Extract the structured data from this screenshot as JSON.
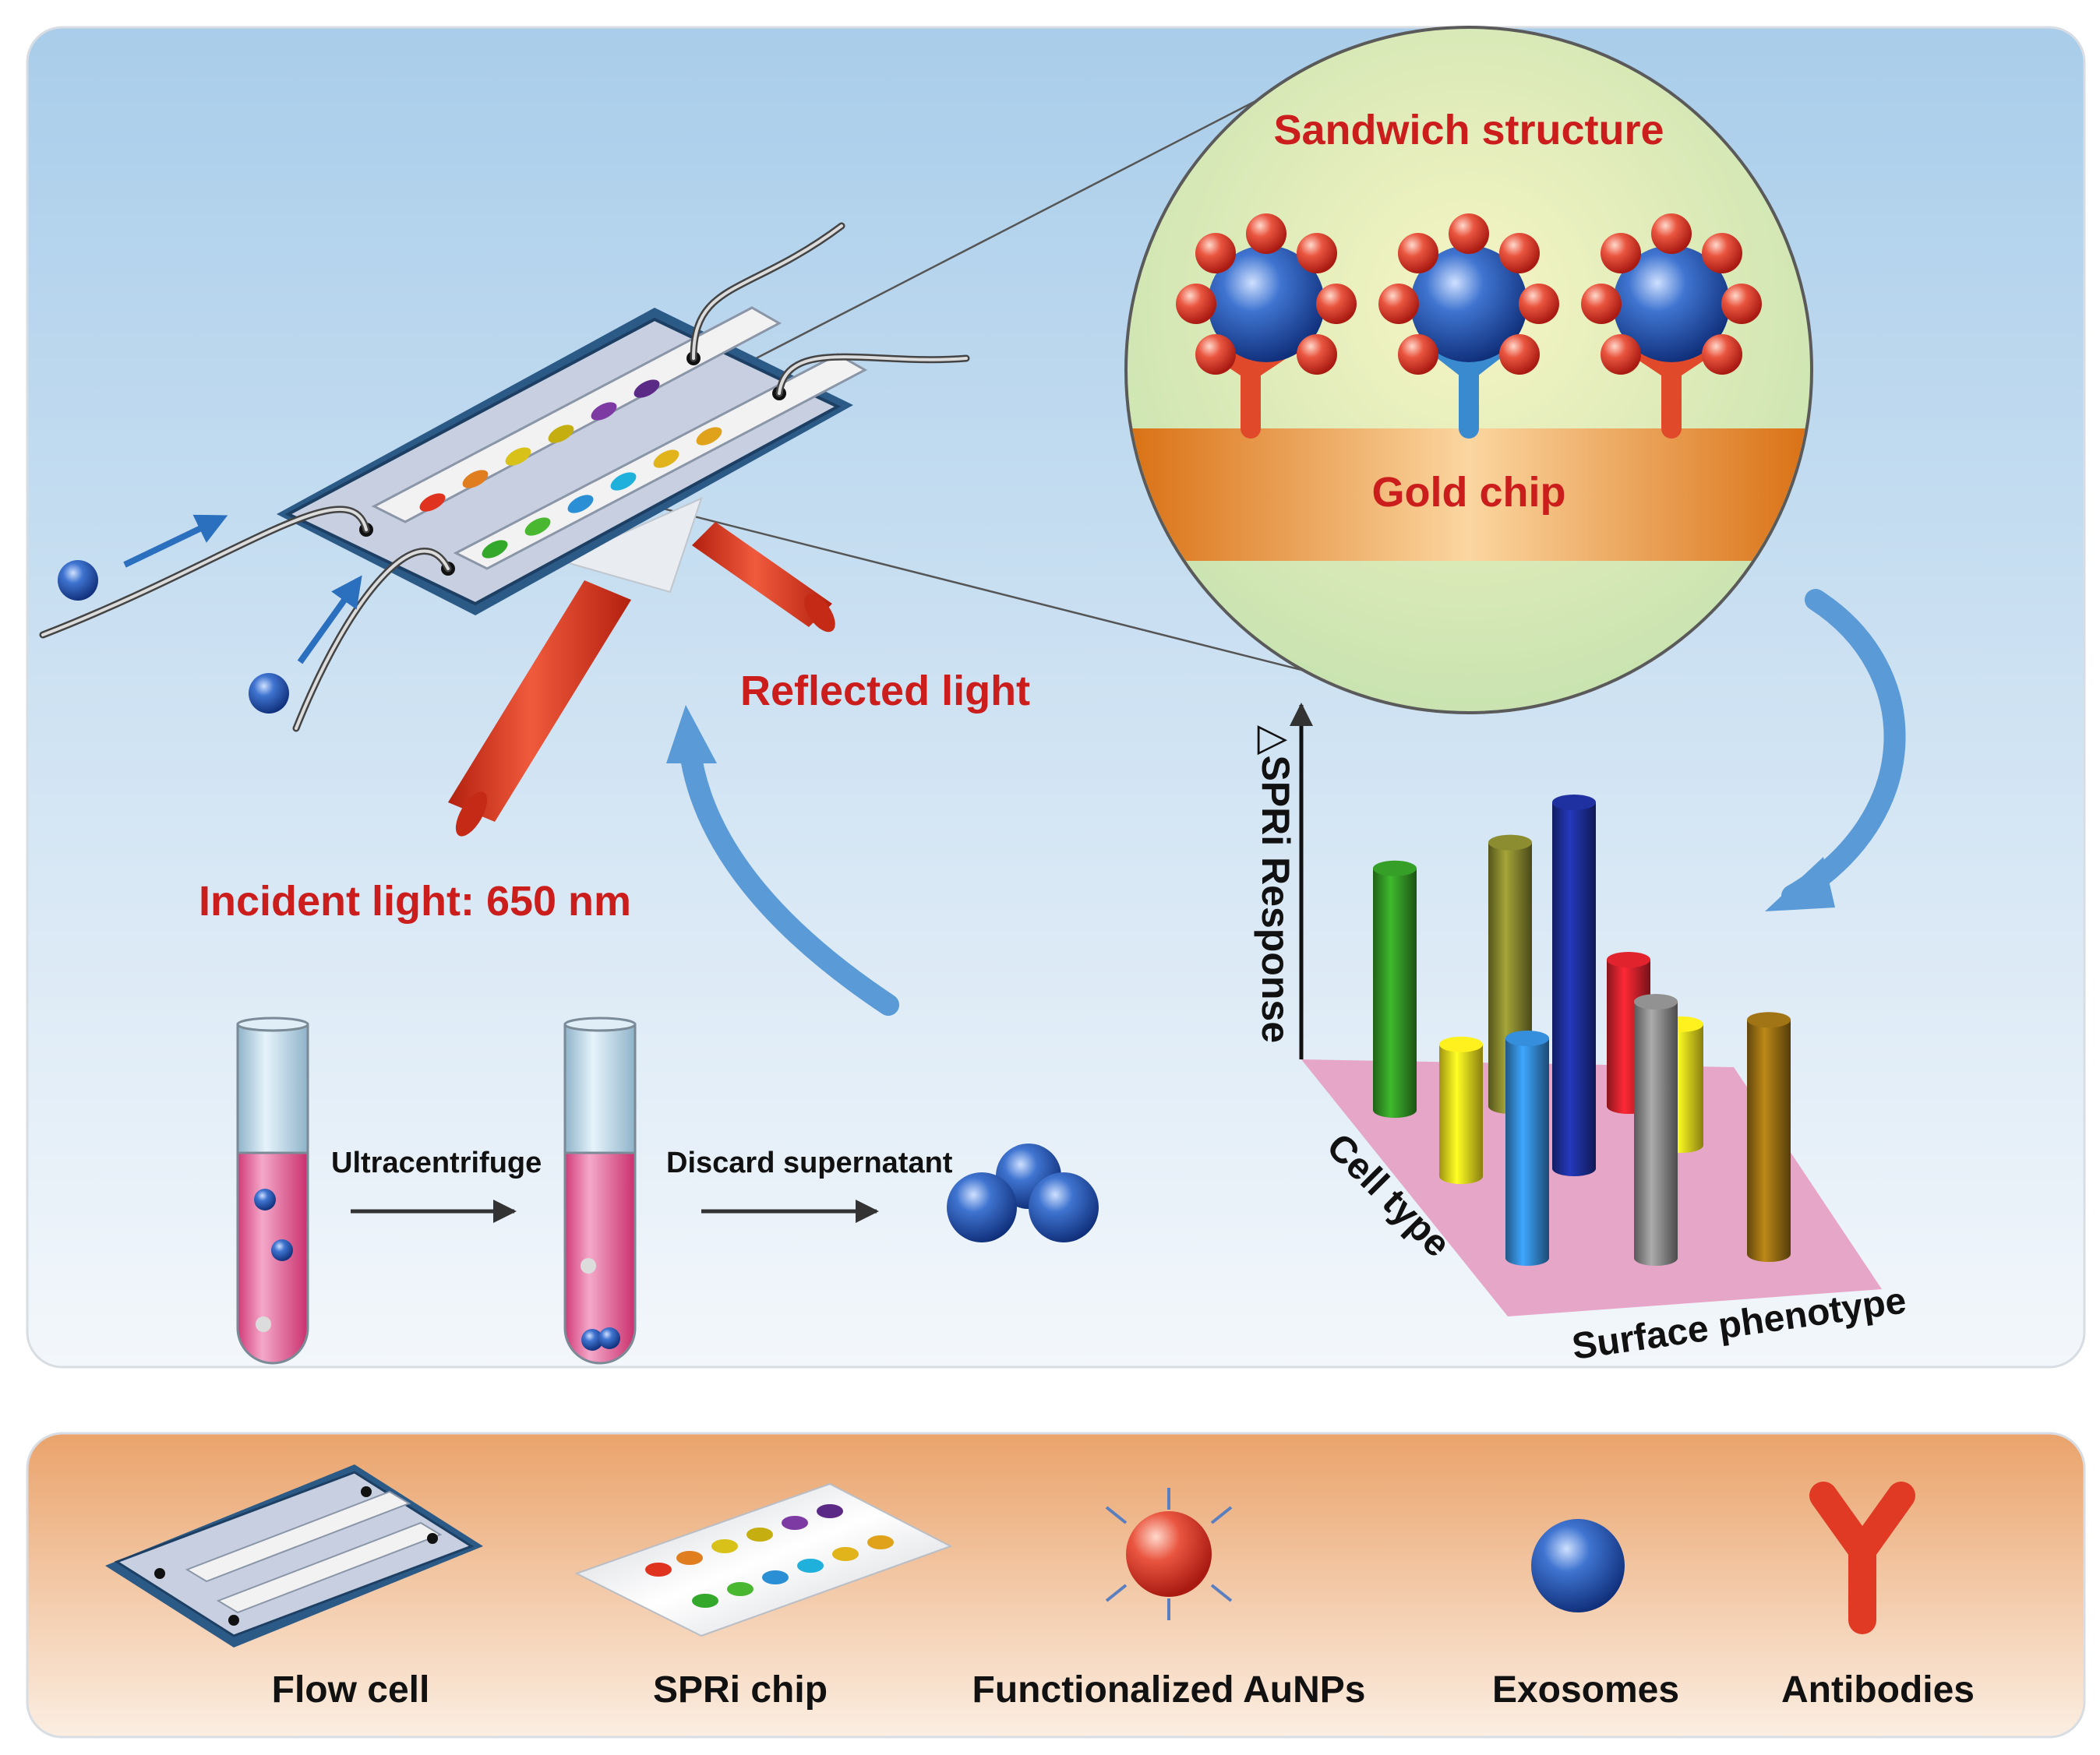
{
  "labels": {
    "sandwich": "Sandwich structure",
    "gold_chip": "Gold chip",
    "reflected": "Reflected light",
    "incident": "Incident light: 650 nm",
    "ultracentrifuge": "Ultracentrifuge",
    "discard": "Discard supernatant",
    "y_axis": "△SPRi Response",
    "cell_type": "Cell type",
    "surface_phenotype": "Surface phenotype"
  },
  "legend": {
    "flow_cell": "Flow cell",
    "spri_chip": "SPRi chip",
    "aunps": "Functionalized AuNPs",
    "exosomes": "Exosomes",
    "antibodies": "Antibodies"
  },
  "colors": {
    "label_red": "#cc1d1d",
    "panel_top": "#a9cdea",
    "panel_bottom": "#f3f7fb",
    "legend_top": "#eaa36b",
    "legend_bottom": "#fbeee2",
    "blue_arrow": "#5a9ad6",
    "laser": "#e03a24",
    "flowcell": "#2c5a86",
    "exosome": "#1d4aa1",
    "plate": "#e6a6c8"
  },
  "chart_data": {
    "type": "bar",
    "title": "",
    "xlabel": "Surface phenotype",
    "zlabel": "Cell type",
    "ylabel": "△SPRi Response",
    "bars": [
      {
        "color": "#2e8a22",
        "value": 0.66
      },
      {
        "color": "#e5d21a",
        "value": 0.36
      },
      {
        "color": "#7a7a2a",
        "value": 0.72
      },
      {
        "color": "#2f7cc0",
        "value": 0.6
      },
      {
        "color": "#1b2a8c",
        "value": 1.0
      },
      {
        "color": "#c41e28",
        "value": 0.4
      },
      {
        "color": "#e5d21a",
        "value": 0.33
      },
      {
        "color": "#7f7f7f",
        "value": 0.7
      },
      {
        "color": "#8c6512",
        "value": 0.64
      }
    ]
  }
}
